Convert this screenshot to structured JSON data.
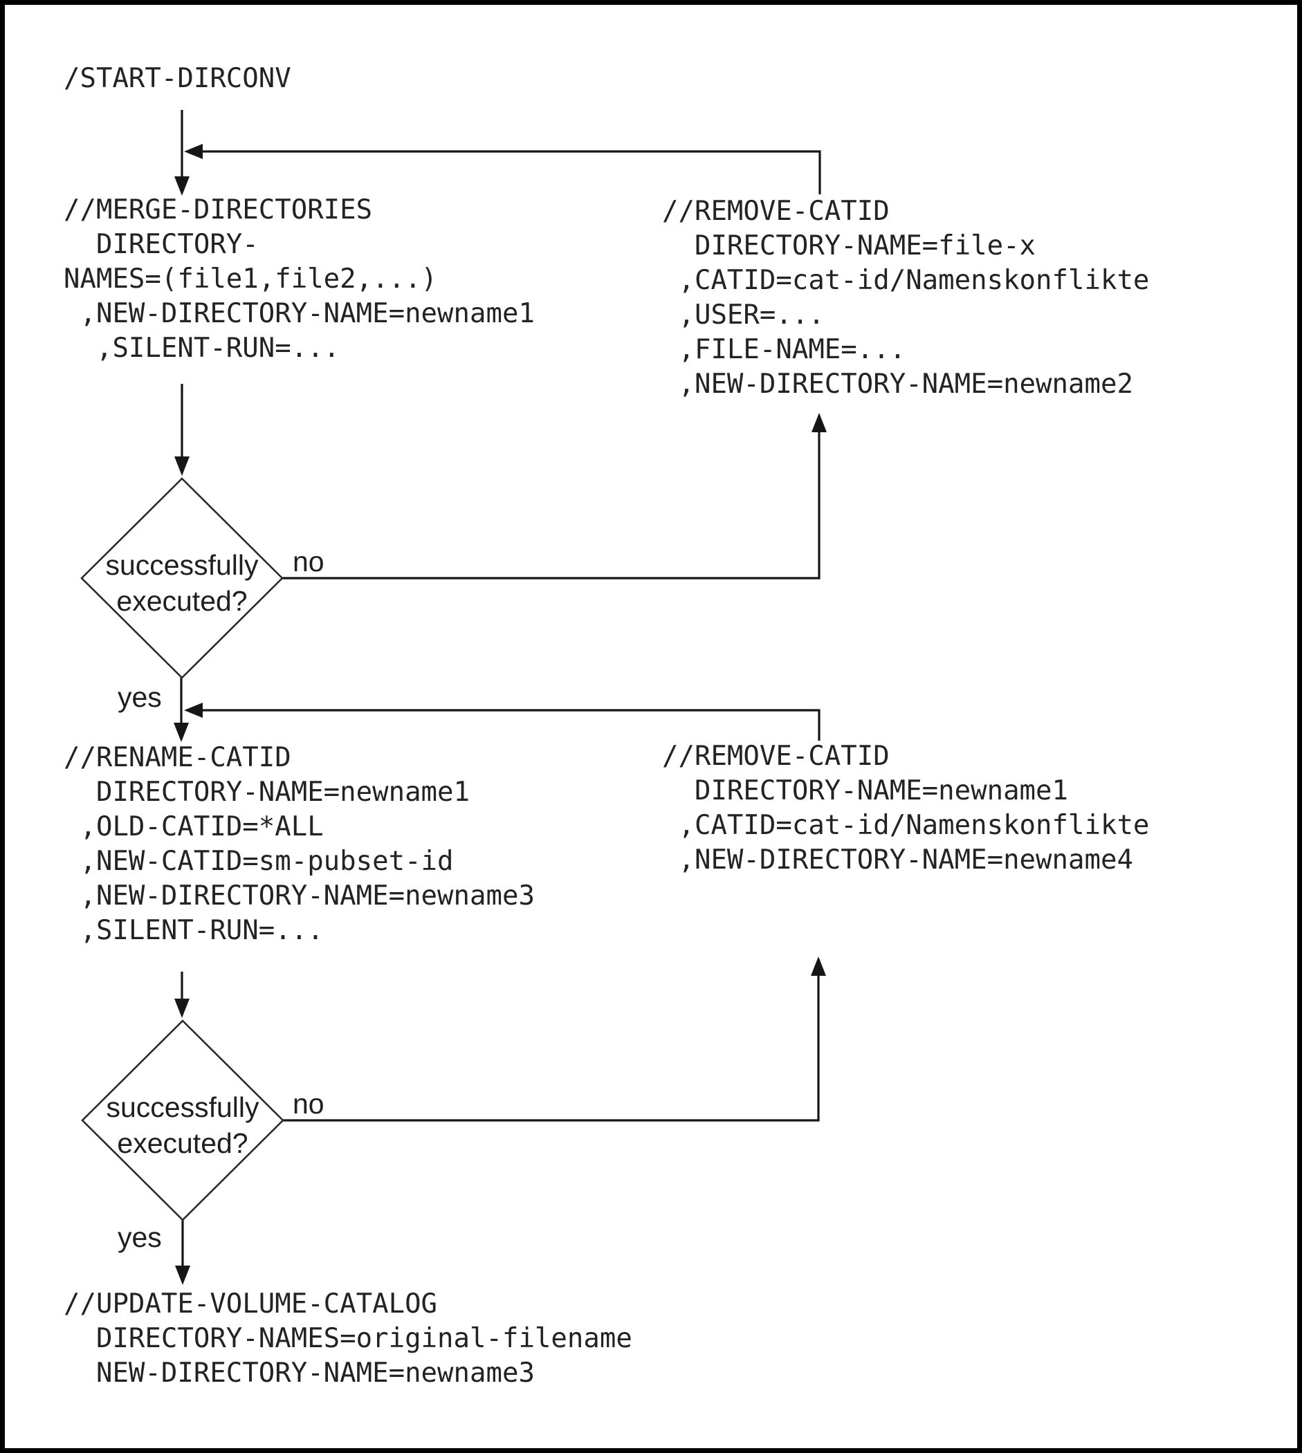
{
  "figure": {
    "background": "#ffffff",
    "border_color": "#000000",
    "line_color": "#161616",
    "text_color": "#232323"
  },
  "nodes": {
    "start": {
      "text": "/START-DIRCONV"
    },
    "merge": {
      "text": "//MERGE-DIRECTORIES\n  DIRECTORY-\nNAMES=(file1,file2,...)\n ,NEW-DIRECTORY-NAME=newname1\n  ,SILENT-RUN=..."
    },
    "remove1": {
      "text": "//REMOVE-CATID\n  DIRECTORY-NAME=file-x\n ,CATID=cat-id/Namenskonflikte\n ,USER=...\n ,FILE-NAME=...\n ,NEW-DIRECTORY-NAME=newname2"
    },
    "decision1": {
      "line1": "successfully",
      "line2": "executed?",
      "no_label": "no",
      "yes_label": "yes"
    },
    "rename": {
      "text": "//RENAME-CATID\n  DIRECTORY-NAME=newname1\n ,OLD-CATID=*ALL\n ,NEW-CATID=sm-pubset-id\n ,NEW-DIRECTORY-NAME=newname3\n ,SILENT-RUN=..."
    },
    "remove2": {
      "text": "//REMOVE-CATID\n  DIRECTORY-NAME=newname1\n ,CATID=cat-id/Namenskonflikte\n ,NEW-DIRECTORY-NAME=newname4"
    },
    "decision2": {
      "line1": "successfully",
      "line2": "executed?",
      "no_label": "no",
      "yes_label": "yes"
    },
    "update": {
      "text": "//UPDATE-VOLUME-CATALOG\n  DIRECTORY-NAMES=original-filename\n  NEW-DIRECTORY-NAME=newname3"
    }
  }
}
